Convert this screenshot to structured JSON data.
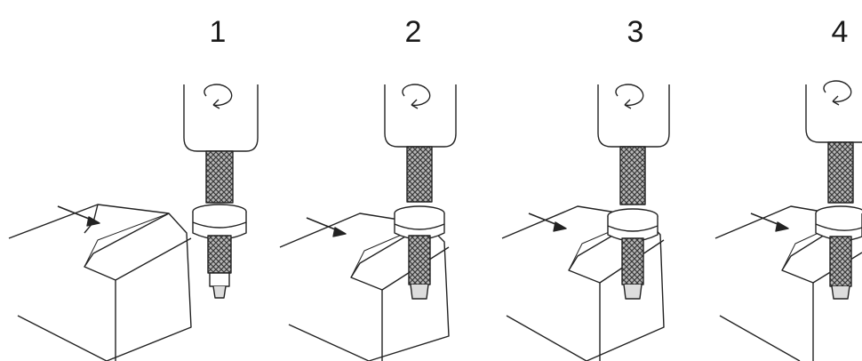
{
  "steps": [
    {
      "label": "1"
    },
    {
      "label": "2"
    },
    {
      "label": "3"
    },
    {
      "label": "4"
    }
  ]
}
